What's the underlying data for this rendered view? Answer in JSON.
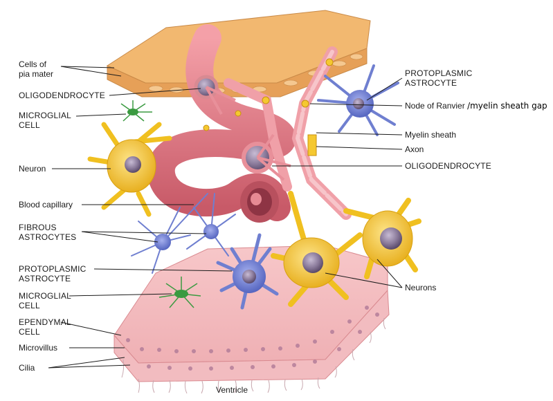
{
  "labels": {
    "pia_mater": "Cells of pia mater",
    "pia_mater_line1": "Cells of",
    "pia_mater_line2": "pia mater",
    "oligodendrocyte_left": "OLIGODENDROCYTE",
    "microglial_top_line1": "MICROGLIAL",
    "microglial_top_line2": "CELL",
    "neuron_left": "Neuron",
    "blood_capillary": "Blood capillary",
    "fibrous_line1": "FIBROUS",
    "fibrous_line2": "ASTROCYTES",
    "protoplasmic_left_line1": "PROTOPLASMIC",
    "protoplasmic_left_line2": "ASTROCYTE",
    "microglial_bottom_line1": "MICROGLIAL",
    "microglial_bottom_line2": "CELL",
    "ependymal_line1": "EPENDYMAL",
    "ependymal_line2": "CELL",
    "microvillus": "Microvillus",
    "cilia": "Cilia",
    "protoplasmic_right_line1": "PROTOPLASMIC",
    "protoplasmic_right_line2": "ASTROCYTE",
    "node_of_ranvier": "Node of Ranvier",
    "myelin_gap": "/myelin sheath gap",
    "myelin_sheath": "Myelin sheath",
    "axon": "Axon",
    "oligodendrocyte_right": "OLIGODENDROCYTE",
    "neurons": "Neurons",
    "ventricle": "Ventricle"
  },
  "colors": {
    "pia_top": "#f2b870",
    "pia_side": "#e8a860",
    "capillary": "#e8808a",
    "capillary_dark": "#c85a68",
    "neuron": "#f5c830",
    "neuron_dark": "#d8a010",
    "astrocyte": "#6f7fd0",
    "microglia": "#3a9a40",
    "ependyma": "#f4c0c4",
    "myelin": "#f0a0a8",
    "nucleus": "#8a7a9a"
  }
}
